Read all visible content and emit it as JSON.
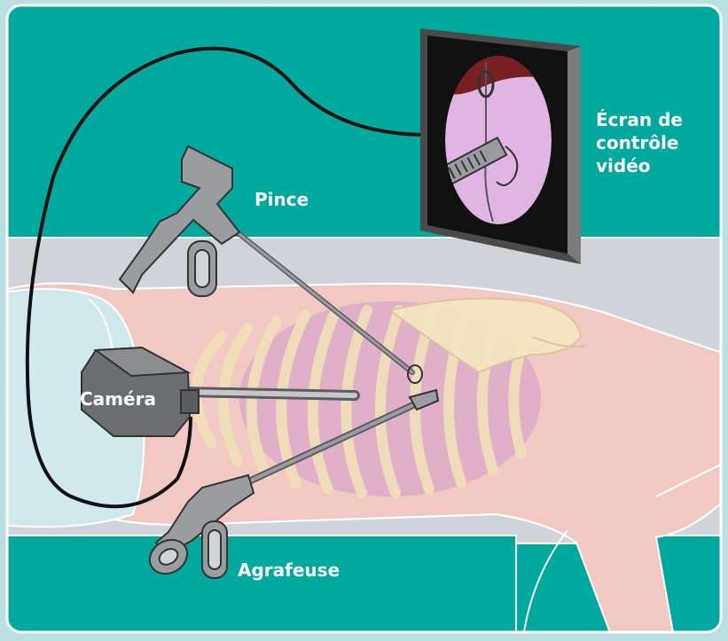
{
  "labels": {
    "monitor": [
      "Écran de",
      "contrôle",
      "vidéo"
    ],
    "grasper": "Pince",
    "camera": "Caméra",
    "stapler": "Agrafeuse"
  },
  "colors": {
    "frame": "#b9dfe0",
    "teal": "#00a99d",
    "table": "#cfd4d8",
    "skin": "#f2c9c2",
    "lung": "#d9a6c9",
    "ribs": "#f5e6c0",
    "instrument": "#9a9ca0",
    "instrument_dark": "#5b5d61",
    "screen_view": "#e0b4e3",
    "screen_tissue": "#7a1f1f",
    "cable": "#111111"
  },
  "icons": [
    "video-monitor-icon",
    "camera-icon",
    "grasper-icon",
    "stapler-icon"
  ]
}
